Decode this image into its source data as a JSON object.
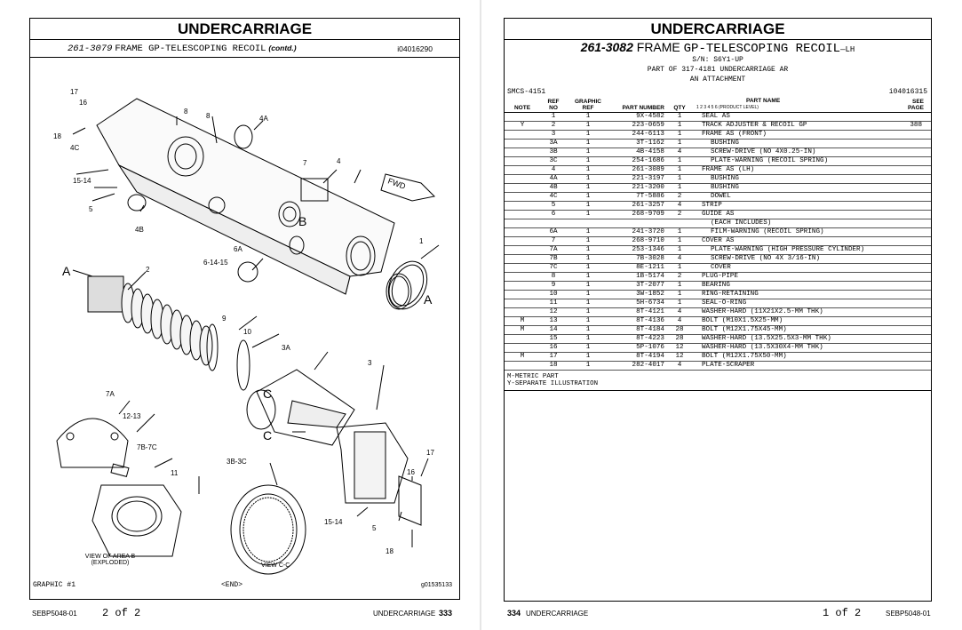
{
  "left_page": {
    "section_title": "UNDERCARRIAGE",
    "part_number": "261-3079",
    "part_title": "FRAME GP-TELESCOPING RECOIL",
    "contd": "(contd.)",
    "ref_id": "i04016290",
    "diagram": {
      "callouts": [
        "17",
        "16",
        "18",
        "4C",
        "15-14",
        "5",
        "4B",
        "8",
        "8",
        "4A",
        "7",
        "4",
        "B",
        "FWD",
        "1",
        "A",
        "A",
        "2",
        "6A",
        "6-14-15",
        "9",
        "10",
        "3A",
        "3",
        "C",
        "C",
        "7A",
        "12-13",
        "7B-7C",
        "11",
        "3B-3C",
        "17",
        "16",
        "15-14",
        "5",
        "18"
      ],
      "view_b_caption": "VIEW OF AREA B",
      "view_b_sub": "(EXPLODED)",
      "view_c_caption": "VIEW C-C"
    },
    "graphic_label": "GRAPHIC #1",
    "end_label": "<END>",
    "graphic_id": "g01535133",
    "footer": {
      "doc": "SEBP5048-01",
      "page_of": "2 of 2",
      "section": "UNDERCARRIAGE",
      "page_num": "333"
    }
  },
  "right_page": {
    "section_title": "UNDERCARRIAGE",
    "part_number": "261-3082",
    "part_title_a": "FRAME",
    "part_title_b": "GP-TELESCOPING RECOIL",
    "part_suffix": "—LH",
    "serial": "S/N: S6Y1-UP",
    "part_of": "PART OF 317-4181 UNDERCARRIAGE AR",
    "attachment": "AN ATTACHMENT",
    "smcs": "SMCS-4151",
    "ref_id": "i04016315",
    "columns": {
      "note": "NOTE",
      "ref_no_1": "REF",
      "ref_no_2": "NO",
      "graphic_1": "GRAPHIC",
      "graphic_2": "REF",
      "part_number": "PART NUMBER",
      "qty": "QTY",
      "part_name": "PART NAME",
      "levels": "1  2  3  4  5  6  (PRODUCT LEVEL)",
      "see_1": "SEE",
      "see_2": "PAGE"
    },
    "rows": [
      {
        "note": "",
        "ref": "1",
        "graphic": "1",
        "pn": "9X-4582",
        "qty": "1",
        "name": "SEAL AS",
        "indent": 0,
        "see": ""
      },
      {
        "note": "Y",
        "ref": "2",
        "graphic": "1",
        "pn": "223-0659",
        "qty": "1",
        "name": "TRACK ADJUSTER & RECOIL GP",
        "indent": 0,
        "see": "388"
      },
      {
        "note": "",
        "ref": "3",
        "graphic": "1",
        "pn": "244-6113",
        "qty": "1",
        "name": "FRAME AS (FRONT)",
        "indent": 0,
        "see": ""
      },
      {
        "note": "",
        "ref": "3A",
        "graphic": "1",
        "pn": "3T-1162",
        "qty": "1",
        "name": "BUSHING",
        "indent": 1,
        "see": ""
      },
      {
        "note": "",
        "ref": "3B",
        "graphic": "1",
        "pn": "4B-4158",
        "qty": "4",
        "name": "SCREW-DRIVE (NO 4X0.25-IN)",
        "indent": 1,
        "see": ""
      },
      {
        "note": "",
        "ref": "3C",
        "graphic": "1",
        "pn": "254-1686",
        "qty": "1",
        "name": "PLATE-WARNING (RECOIL SPRING)",
        "indent": 1,
        "see": ""
      },
      {
        "note": "",
        "ref": "4",
        "graphic": "1",
        "pn": "261-3089",
        "qty": "1",
        "name": "FRAME AS (LH)",
        "indent": 0,
        "see": ""
      },
      {
        "note": "",
        "ref": "4A",
        "graphic": "1",
        "pn": "221-3197",
        "qty": "1",
        "name": "BUSHING",
        "indent": 1,
        "see": ""
      },
      {
        "note": "",
        "ref": "4B",
        "graphic": "1",
        "pn": "221-3200",
        "qty": "1",
        "name": "BUSHING",
        "indent": 1,
        "see": ""
      },
      {
        "note": "",
        "ref": "4C",
        "graphic": "1",
        "pn": "7T-5886",
        "qty": "2",
        "name": "DOWEL",
        "indent": 1,
        "see": ""
      },
      {
        "note": "",
        "ref": "5",
        "graphic": "1",
        "pn": "261-3257",
        "qty": "4",
        "name": "STRIP",
        "indent": 0,
        "see": ""
      },
      {
        "note": "",
        "ref": "6",
        "graphic": "1",
        "pn": "268-9709",
        "qty": "2",
        "name": "GUIDE AS",
        "indent": 0,
        "see": ""
      },
      {
        "note": "",
        "ref": "",
        "graphic": "",
        "pn": "",
        "qty": "",
        "name": "(EACH INCLUDES)",
        "indent": 1,
        "see": ""
      },
      {
        "note": "",
        "ref": "6A",
        "graphic": "1",
        "pn": "241-3720",
        "qty": "1",
        "name": "FILM-WARNING (RECOIL SPRING)",
        "indent": 1,
        "see": ""
      },
      {
        "note": "",
        "ref": "7",
        "graphic": "1",
        "pn": "268-9710",
        "qty": "1",
        "name": "COVER AS",
        "indent": 0,
        "see": ""
      },
      {
        "note": "",
        "ref": "7A",
        "graphic": "1",
        "pn": "253-1346",
        "qty": "1",
        "name": "PLATE-WARNING (HIGH PRESSURE CYLINDER)",
        "indent": 1,
        "see": ""
      },
      {
        "note": "",
        "ref": "7B",
        "graphic": "1",
        "pn": "7B-3028",
        "qty": "4",
        "name": "SCREW-DRIVE (NO 4X 3/16-IN)",
        "indent": 1,
        "see": ""
      },
      {
        "note": "",
        "ref": "7C",
        "graphic": "1",
        "pn": "8E-1211",
        "qty": "1",
        "name": "COVER",
        "indent": 1,
        "see": ""
      },
      {
        "note": "",
        "ref": "8",
        "graphic": "1",
        "pn": "1B-5174",
        "qty": "2",
        "name": "PLUG-PIPE",
        "indent": 0,
        "see": ""
      },
      {
        "note": "",
        "ref": "9",
        "graphic": "1",
        "pn": "3T-2077",
        "qty": "1",
        "name": "BEARING",
        "indent": 0,
        "see": ""
      },
      {
        "note": "",
        "ref": "10",
        "graphic": "1",
        "pn": "3W-1852",
        "qty": "1",
        "name": "RING-RETAINING",
        "indent": 0,
        "see": ""
      },
      {
        "note": "",
        "ref": "11",
        "graphic": "1",
        "pn": "5H-6734",
        "qty": "1",
        "name": "SEAL-O-RING",
        "indent": 0,
        "see": ""
      },
      {
        "note": "",
        "ref": "12",
        "graphic": "1",
        "pn": "8T-4121",
        "qty": "4",
        "name": "WASHER-HARD (11X21X2.5-MM THK)",
        "indent": 0,
        "see": ""
      },
      {
        "note": "M",
        "ref": "13",
        "graphic": "1",
        "pn": "8T-4136",
        "qty": "4",
        "name": "BOLT (M10X1.5X25-MM)",
        "indent": 0,
        "see": ""
      },
      {
        "note": "M",
        "ref": "14",
        "graphic": "1",
        "pn": "8T-4184",
        "qty": "28",
        "name": "BOLT (M12X1.75X45-MM)",
        "indent": 0,
        "see": ""
      },
      {
        "note": "",
        "ref": "15",
        "graphic": "1",
        "pn": "8T-4223",
        "qty": "28",
        "name": "WASHER-HARD (13.5X25.5X3-MM THK)",
        "indent": 0,
        "see": ""
      },
      {
        "note": "",
        "ref": "16",
        "graphic": "1",
        "pn": "5P-1076",
        "qty": "12",
        "name": "WASHER-HARD (13.5X30X4-MM THK)",
        "indent": 0,
        "see": ""
      },
      {
        "note": "M",
        "ref": "17",
        "graphic": "1",
        "pn": "8T-4194",
        "qty": "12",
        "name": "BOLT (M12X1.75X50-MM)",
        "indent": 0,
        "see": ""
      },
      {
        "note": "",
        "ref": "18",
        "graphic": "1",
        "pn": "282-4017",
        "qty": "4",
        "name": "PLATE-SCRAPER",
        "indent": 0,
        "see": ""
      }
    ],
    "notes": [
      "M-METRIC PART",
      "Y-SEPARATE ILLUSTRATION"
    ],
    "footer": {
      "page_num": "334",
      "section": "UNDERCARRIAGE",
      "page_of": "1 of 2",
      "doc": "SEBP5048-01"
    }
  }
}
